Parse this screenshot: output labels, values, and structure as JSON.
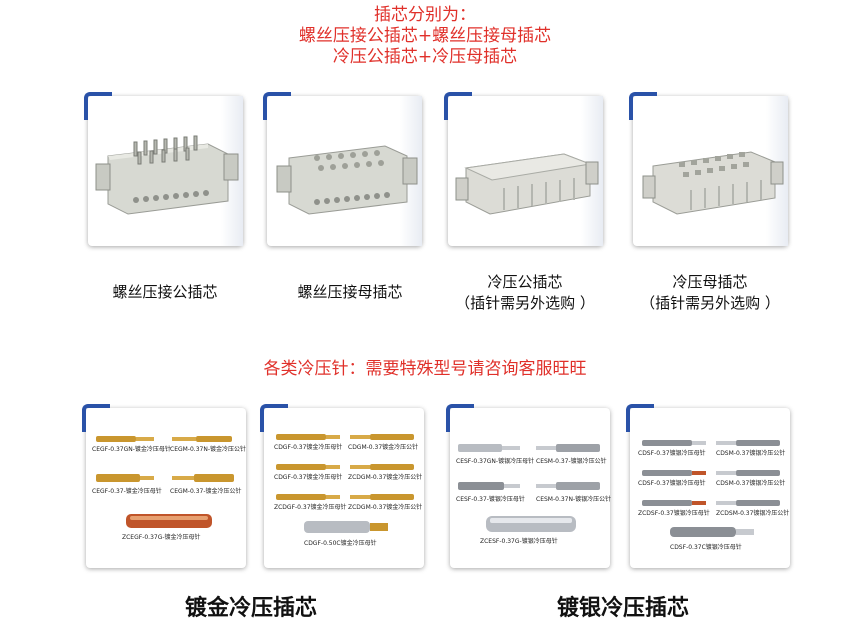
{
  "header": {
    "line1": "插芯分别为：",
    "line2": "螺丝压接公插芯+螺丝压接母插芯",
    "line3": "冷压公插芯+冷压母插芯"
  },
  "products": [
    {
      "caption1": "螺丝压接公插芯",
      "caption2": ""
    },
    {
      "caption1": "螺丝压接母插芯",
      "caption2": ""
    },
    {
      "caption1": "冷压公插芯",
      "caption2": "（插针需另外选购 ）"
    },
    {
      "caption1": "冷压母插芯",
      "caption2": "（插针需另外选购 ）"
    }
  ],
  "pins_title": "各类冷压针：需要特殊型号请咨询客服旺旺",
  "pin_cards": [
    {
      "labels": [
        "CEGF-0.37GN-镀金冷压母针",
        "CEGM-0.37N-镀金冷压公针",
        "CEGF-0.37-镀金冷压母针",
        "CEGM-0.37-镀金冷压公针",
        "ZCEGF-0.37G-镀金冷压母针"
      ]
    },
    {
      "labels": [
        "CDGF-0.37镀金冷压母针",
        "CDGM-0.37镀金冷压公针",
        "CDGF-0.37镀金冷压母针",
        "ZCDGM-0.37镀金冷压公针",
        "ZCDGF-0.37镀金冷压母针",
        "ZCDGM-0.37镀金冷压公针",
        "CDGF-0.50C镀金冷压母针"
      ]
    },
    {
      "labels": [
        "CESF-0.37GN-镀银冷压母针",
        "CESM-0.37-镀银冷压公针",
        "CESF-0.37-镀银冷压母针",
        "CESM-0.37N-镀银冷压公针",
        "ZCESF-0.37G-镀银冷压母针"
      ]
    },
    {
      "labels": [
        "CDSF-0.37镀银冷压母针",
        "CDSM-0.37镀银冷压公针",
        "CDSF-0.37镀银冷压母针",
        "CDSM-0.37镀银冷压公针",
        "ZCDSF-0.37镀银冷压母针",
        "ZCDSM-0.37镀银冷压公针",
        "CDSF-0.37C镀银冷压母针"
      ]
    }
  ],
  "bottom": {
    "gold": "镀金冷压插芯",
    "silver": "镀银冷压插芯"
  },
  "colors": {
    "accent_red": "#e0302a",
    "corner_blue": "#2a52a8",
    "gold": "#c9962e",
    "silver": "#b8bcc2",
    "copper": "#c0552a"
  }
}
